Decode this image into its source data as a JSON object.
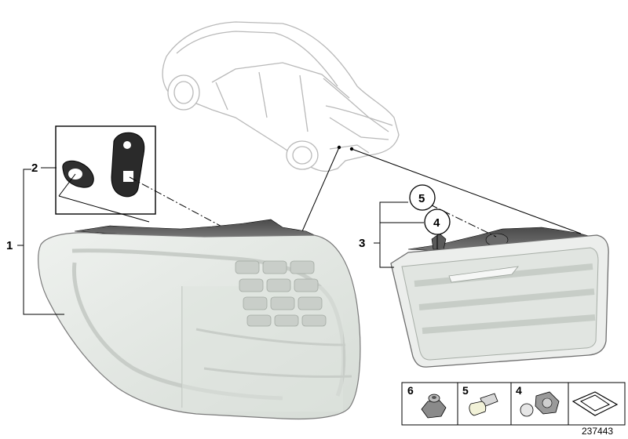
{
  "callouts": {
    "c1": "1",
    "c2": "2",
    "c3": "3",
    "c4": "4",
    "c5": "5"
  },
  "parts_strip": {
    "item6": "6",
    "item5": "5",
    "item4": "4"
  },
  "image_id": "237443"
}
